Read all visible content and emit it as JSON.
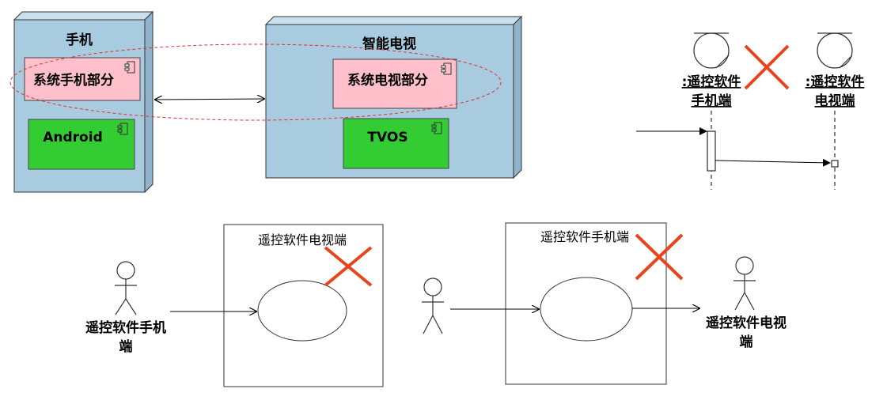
{
  "deployment": {
    "phone_node": {
      "title": "手机",
      "components": {
        "system_part": "系统手机部分",
        "os": "Android"
      }
    },
    "tv_node": {
      "title": "智能电视",
      "components": {
        "system_part": "系统电视部分",
        "os": "TVOS"
      }
    }
  },
  "sequence": {
    "lifeline_phone": {
      "line1": ":遥控软件",
      "line2": "手机端"
    },
    "lifeline_tv": {
      "line1": ":遥控软件",
      "line2": "电视端"
    }
  },
  "usecase_left": {
    "system_title": "遥控软件电视端",
    "actor_line1": "遥控软件手机",
    "actor_line2": "端"
  },
  "usecase_right": {
    "system_title": "遥控软件手机端",
    "actor_line1": "遥控软件电视",
    "actor_line2": "端"
  },
  "colors": {
    "node_fill": "#a9cbe0",
    "pink_component": "#ffc0cb",
    "green_component": "#33cc33",
    "cross_red": "#e8451e",
    "dashed_ellipse": "#e03030"
  }
}
